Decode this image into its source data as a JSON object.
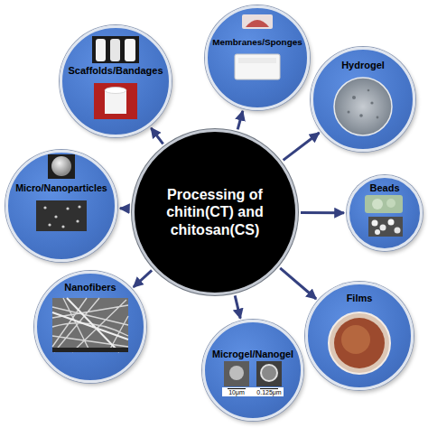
{
  "diagram": {
    "nodes": [
      {
        "text": [
          "Processing of chitin(CT) and chitosan(CS)"
        ]
      },
      {
        "text": [
          "Membranes/Sponges"
        ]
      },
      {
        "text": [
          "Hydrogel"
        ]
      },
      {
        "text": [
          "Beads"
        ]
      },
      {
        "text": [
          "Films"
        ]
      },
      {
        "text": [
          "Microgel/Nanogel"
        ]
      },
      {
        "text": [
          "Nanofibers"
        ]
      },
      {
        "text": [
          "Micro/Nanoparticles"
        ]
      },
      {
        "text": [
          "Scaffolds/Bandages"
        ]
      }
    ],
    "edges": [
      {
        "from": 0,
        "to": 1,
        "arrow": "to"
      },
      {
        "from": 0,
        "to": 2,
        "arrow": "to"
      },
      {
        "from": 0,
        "to": 3,
        "arrow": "to"
      },
      {
        "from": 0,
        "to": 4,
        "arrow": "to"
      },
      {
        "from": 0,
        "to": 5,
        "arrow": "to"
      },
      {
        "from": 0,
        "to": 6,
        "arrow": "to"
      },
      {
        "from": 0,
        "to": 7,
        "arrow": "to"
      },
      {
        "from": 0,
        "to": 8,
        "arrow": "to"
      }
    ],
    "labels": [
      "10μm",
      "0.125μm"
    ]
  }
}
